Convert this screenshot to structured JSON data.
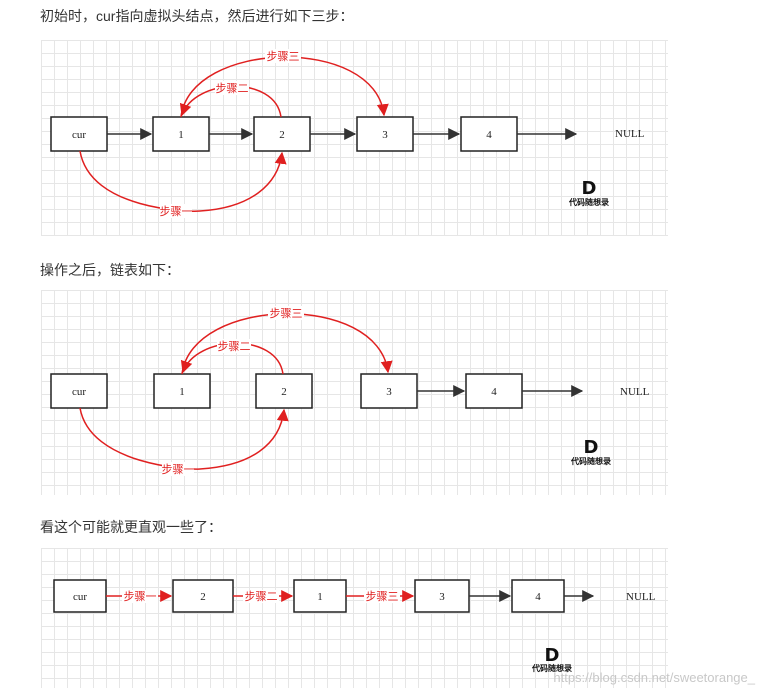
{
  "captions": {
    "intro": "初始时，cur指向虚拟头结点，然后进行如下三步：",
    "after": "操作之后，链表如下：",
    "intuitive": "看这个可能就更直观一些了："
  },
  "nodes": {
    "cur": "cur",
    "n1": "1",
    "n2": "2",
    "n3": "3",
    "n4": "4",
    "null": "NULL"
  },
  "steps": {
    "one": "步骤一",
    "two": "步骤二",
    "three": "步骤三"
  },
  "logo": {
    "letter": "D",
    "text": "代码随想录"
  },
  "watermark": "https://blog.csdn.net/sweetorange_",
  "colors": {
    "arrow_red": "#e02020",
    "arrow_black": "#333333",
    "grid": "#e6e6e6"
  }
}
